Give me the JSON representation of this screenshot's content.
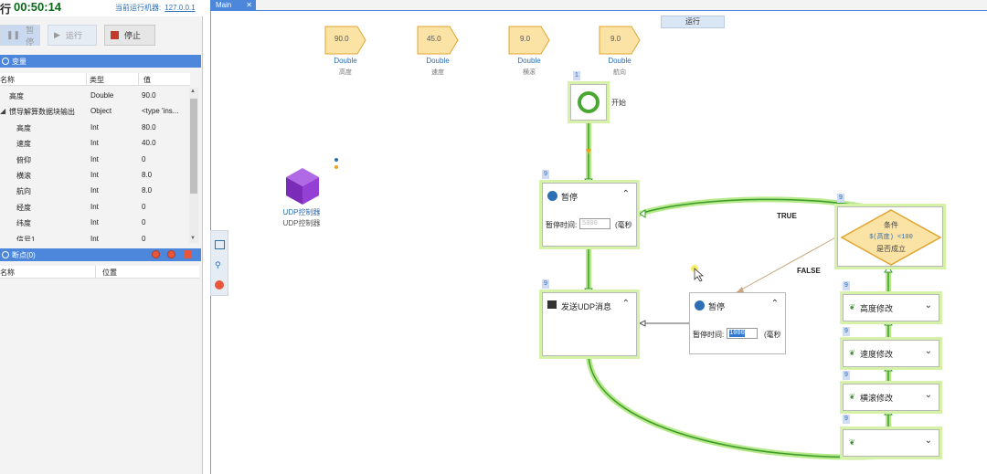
{
  "header": {
    "run_prefix": "行",
    "timer": "00:50:14",
    "machine_label": "当前运行机器:",
    "machine_ip": "127.0.0.1"
  },
  "toolbar": {
    "pause": "暂停",
    "run": "运行",
    "stop": "停止"
  },
  "variables_panel": {
    "title": "变量",
    "columns": [
      "名称",
      "类型",
      "值"
    ],
    "rows": [
      {
        "name": "高度",
        "type": "Double",
        "value": "90.0",
        "indent": false,
        "expand": ""
      },
      {
        "name": "惯导解算数据块输出",
        "type": "Object",
        "value": "<type 'ins...",
        "indent": false,
        "expand": "◢"
      },
      {
        "name": "高度",
        "type": "Int",
        "value": "80.0",
        "indent": true,
        "expand": ""
      },
      {
        "name": "速度",
        "type": "Int",
        "value": "40.0",
        "indent": true,
        "expand": ""
      },
      {
        "name": "俯仰",
        "type": "Int",
        "value": "0",
        "indent": true,
        "expand": ""
      },
      {
        "name": "横滚",
        "type": "Int",
        "value": "8.0",
        "indent": true,
        "expand": ""
      },
      {
        "name": "航向",
        "type": "Int",
        "value": "8.0",
        "indent": true,
        "expand": ""
      },
      {
        "name": "经度",
        "type": "Int",
        "value": "0",
        "indent": true,
        "expand": ""
      },
      {
        "name": "纬度",
        "type": "Int",
        "value": "0",
        "indent": true,
        "expand": ""
      },
      {
        "name": "信号1",
        "type": "Int",
        "value": "0",
        "indent": true,
        "expand": ""
      }
    ]
  },
  "breakpoints_panel": {
    "title": "断点(0)",
    "columns": [
      "名称",
      "位置"
    ]
  },
  "tab": {
    "label": "Main",
    "close": "✕"
  },
  "canvas": {
    "run_label": "运行",
    "variables": [
      {
        "value": "90.0",
        "type": "Double",
        "name": "高度"
      },
      {
        "value": "45.0",
        "type": "Double",
        "name": "速度"
      },
      {
        "value": "9.0",
        "type": "Double",
        "name": "横滚"
      },
      {
        "value": "9.0",
        "type": "Double",
        "name": "航向"
      }
    ],
    "udp_component": {
      "title": "UDP控制器",
      "subtitle": "UDP控制器"
    },
    "start_node": {
      "label": "开始",
      "badge": "1"
    },
    "pause_node_1": {
      "title": "暂停",
      "field_label": "暂停时间:",
      "value": "5000",
      "unit": "(毫秒",
      "badge": "9"
    },
    "udp_send_node": {
      "title": "发送UDP消息",
      "badge": "9"
    },
    "pause_node_2": {
      "title": "暂停",
      "field_label": "暂停时间:",
      "value": "1000",
      "unit": "(毫秒"
    },
    "condition_node": {
      "title": "条件",
      "expr": "$(高度) <100",
      "question": "是否成立",
      "badge": "9"
    },
    "edge_true": "TRUE",
    "edge_false": "FALSE",
    "modify_nodes": [
      {
        "label": "高度修改",
        "badge": "9"
      },
      {
        "label": "速度修改",
        "badge": "9"
      },
      {
        "label": "横滚修改",
        "badge": "9"
      },
      {
        "label": "",
        "badge": "9"
      }
    ]
  },
  "colors": {
    "accent": "#4c87dc",
    "highlight_green": "#8fd14f",
    "condition_orange": "#f0a020",
    "udp_purple": "#8a3cc8",
    "timer_green": "#0a6a1a"
  }
}
